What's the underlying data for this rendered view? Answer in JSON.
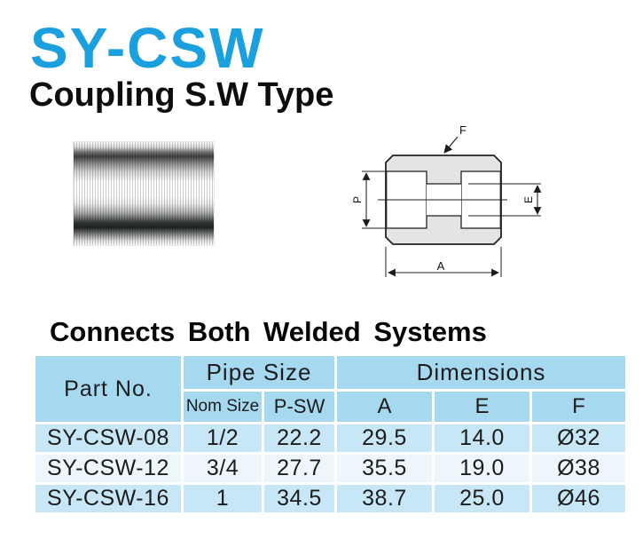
{
  "theme": {
    "title_color": "#1aa0de",
    "header_bg": "#a6d9f0",
    "row_blue": "#c8e7f6",
    "row_light": "#ecf6fb"
  },
  "page": {
    "title": "SY-CSW",
    "subtitle": "Coupling S.W Type",
    "section_heading": "Connects Both Welded Systems"
  },
  "diagram": {
    "label_f": "F",
    "label_p": "P",
    "label_e": "E",
    "label_a": "A"
  },
  "table": {
    "header": {
      "part_no": "Part No.",
      "pipe_size": "Pipe Size",
      "dimensions": "Dimensions",
      "nom_size": "Nom Size",
      "p_sw": "P-SW",
      "a": "A",
      "e": "E",
      "f": "F"
    },
    "rows": [
      {
        "part_no": "SY-CSW-08",
        "nom_size": "1/2",
        "p_sw": "22.2",
        "a": "29.5",
        "e": "14.0",
        "f": "Ø32"
      },
      {
        "part_no": "SY-CSW-12",
        "nom_size": "3/4",
        "p_sw": "27.7",
        "a": "35.5",
        "e": "19.0",
        "f": "Ø38"
      },
      {
        "part_no": "SY-CSW-16",
        "nom_size": "1",
        "p_sw": "34.5",
        "a": "38.7",
        "e": "25.0",
        "f": "Ø46"
      }
    ]
  }
}
